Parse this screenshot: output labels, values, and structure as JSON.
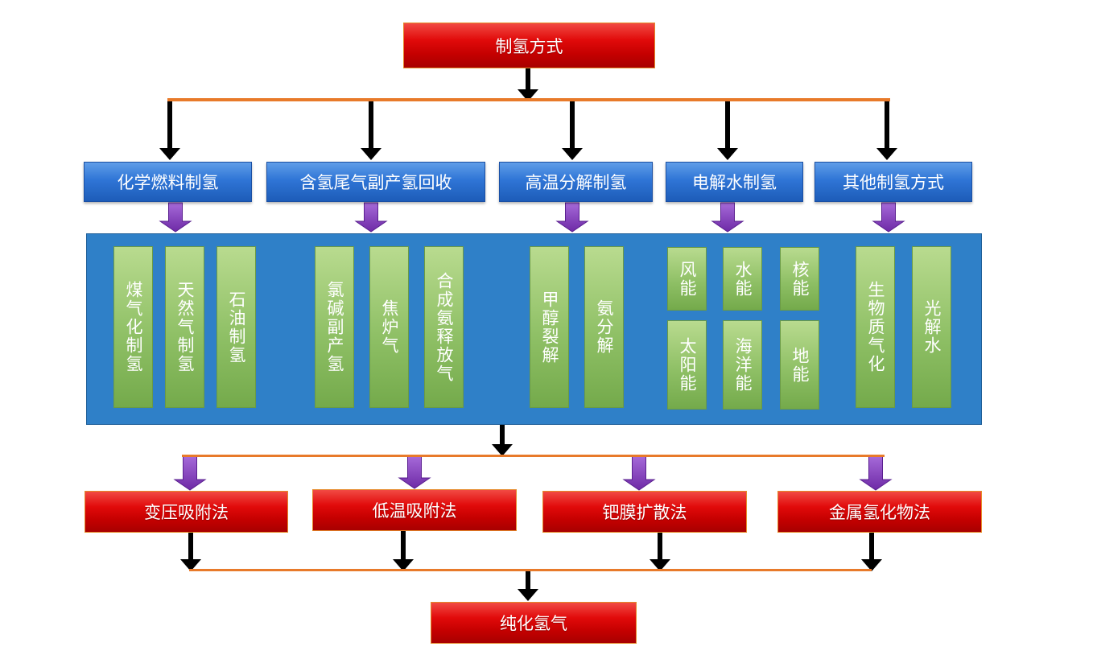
{
  "top": {
    "label": "制氢方式"
  },
  "categories": [
    {
      "label": "化学燃料制氢"
    },
    {
      "label": "含氢尾气副产氢回收"
    },
    {
      "label": "高温分解制氢"
    },
    {
      "label": "电解水制氢"
    },
    {
      "label": "其他制氢方式"
    }
  ],
  "methods": [
    {
      "label": "煤气化制氢"
    },
    {
      "label": "天然气制氢"
    },
    {
      "label": "石油制氢"
    },
    {
      "label": "氯碱副产氢"
    },
    {
      "label": "焦炉气"
    },
    {
      "label": "合成氨释放气"
    },
    {
      "label": "甲醇裂解"
    },
    {
      "label": "氨分解"
    },
    {
      "label": "风能"
    },
    {
      "label": "水能"
    },
    {
      "label": "核能"
    },
    {
      "label": "太阳能"
    },
    {
      "label": "海洋能"
    },
    {
      "label": "地能"
    },
    {
      "label": "生物质气化"
    },
    {
      "label": "光解水"
    }
  ],
  "purification": [
    {
      "label": "变压吸附法"
    },
    {
      "label": "低温吸附法"
    },
    {
      "label": "钯膜扩散法"
    },
    {
      "label": "金属氢化物法"
    }
  ],
  "result": {
    "label": "纯化氢气"
  },
  "colors": {
    "red_box": "#d40000",
    "blue_box": "#2f75d6",
    "panel": "#2f80c8",
    "green_box": "#8fc066",
    "connector_line": "#e87a2a",
    "black_arrow": "#000000",
    "purple_arrow": "#8a3fc4"
  }
}
